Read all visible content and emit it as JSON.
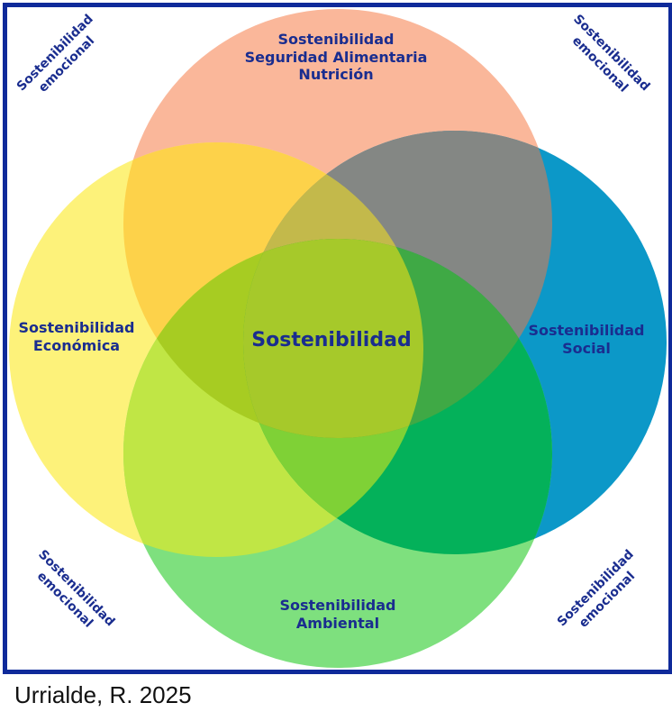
{
  "diagram": {
    "circles": [
      {
        "id": "top",
        "lines": [
          "Sostenibilidad",
          "Seguridad Alimentaria",
          "Nutrición"
        ],
        "color": "#fab79a"
      },
      {
        "id": "left",
        "lines": [
          "Sostenibilidad",
          "Económica"
        ],
        "color": "#fdf27a"
      },
      {
        "id": "right",
        "lines": [
          "Sostenibilidad",
          "Social"
        ],
        "color": "#0c98c8"
      },
      {
        "id": "bottom",
        "lines": [
          "Sostenibilidad",
          "Ambiental"
        ],
        "color": "#7ee07e"
      }
    ],
    "overlap_colors": {
      "top_left": "#fdd24a",
      "top_right": "#848784",
      "left_bottom": "#c0e645",
      "right_bottom": "#04b15a",
      "top_left_bottom": "#a7cc22",
      "top_right_bottom": "#3fa945",
      "left_right_bottom": "#7fd136",
      "top_left_right": "#c3b94b",
      "all": "#a6c92a"
    },
    "center_label": "Sostenibilidad",
    "corners": {
      "top_left": [
        "Sostenibilidad",
        "emocional"
      ],
      "top_right": [
        "Sostenibilidad",
        "emocional"
      ],
      "bottom_left": [
        "Sostenibilidad",
        "emocional"
      ],
      "bottom_right": [
        "Sostenibilidad",
        "emocional"
      ]
    },
    "text_color": "#1a2d8f",
    "frame_color": "#0f2a9a"
  },
  "credit": "Urrialde, R. 2025"
}
